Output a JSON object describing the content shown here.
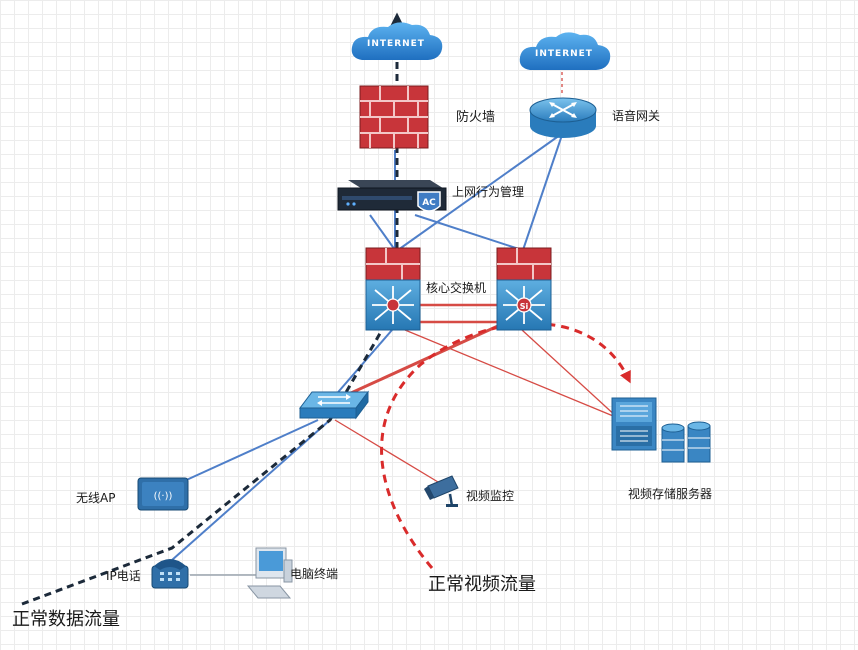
{
  "internet_label_1": "INTERNET",
  "internet_label_2": "INTERNET",
  "labels": {
    "firewall": "防火墙",
    "voice_gateway": "语音网关",
    "behavior_mgmt": "上网行为管理",
    "core_switch": "核心交换机",
    "wireless_ap": "无线AP",
    "video_monitor": "视频监控",
    "video_storage": "视频存储服务器",
    "ip_phone": "IP电话",
    "pc": "电脑终端",
    "data_flow": "正常数据流量",
    "video_flow": "正常视频流量"
  },
  "badges": {
    "ac": "AC",
    "si": "Si",
    "ap_symbol": "((·))"
  },
  "colors": {
    "blue_link": "#4f7fc9",
    "red_link": "#d64b45",
    "cloud_blue": "#2e86d6",
    "firewall_red": "#c8353a",
    "switch_blue": "#3a8fc8",
    "data_flow_line": "#1c2a3a",
    "video_flow_line": "#d92b2b"
  }
}
